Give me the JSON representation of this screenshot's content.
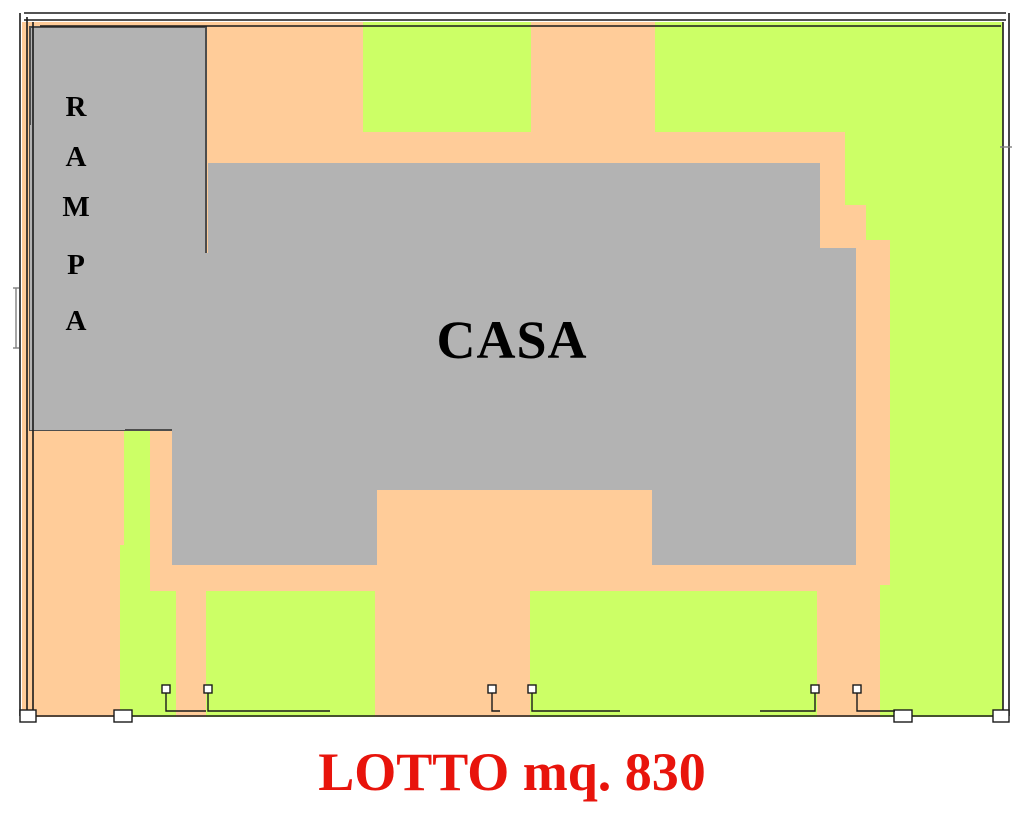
{
  "document": {
    "type": "site-plan",
    "title": "LOTTO  mq. 830"
  },
  "palette": {
    "lawn_green": "#CCFF66",
    "paving_orange": "#FFCC99",
    "building_gray": "#B3B3B3",
    "outline_dark": "#4D4D4D",
    "boundary_black": "#1A1A1A",
    "label_red": "#E8140C",
    "background_white": "#FFFFFF"
  },
  "areas": {
    "ramp": {
      "label_text": "RAMPA",
      "label_letters": [
        "R",
        "A",
        "M",
        "P",
        "A"
      ],
      "fill": "#B3B3B3"
    },
    "house": {
      "label_text": "CASA",
      "fill": "#B3B3B3"
    },
    "lawn": {
      "label_text": "",
      "fill": "#CCFF66"
    },
    "paving": {
      "label_text": "",
      "fill": "#FFCC99"
    }
  },
  "caption": {
    "prefix": "LOTTO",
    "area_label": "mq.",
    "area_value": "830",
    "full": "LOTTO  mq. 830",
    "color": "#E8140C"
  },
  "boundary": {
    "fence_label": "",
    "gate_count": 6,
    "post_count": 4
  }
}
